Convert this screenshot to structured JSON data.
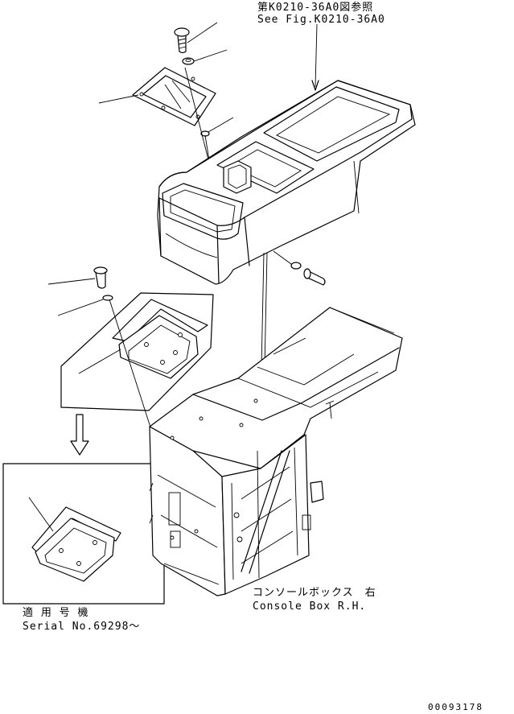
{
  "reference": {
    "jp": "第K0210-36A0図参照",
    "en": "See Fig.K0210-36A0"
  },
  "console_box": {
    "jp": "コンソールボックス　右",
    "en": "Console Box R.H."
  },
  "serial": {
    "jp": "適 用 号 機",
    "en": "Serial No.69298～"
  },
  "drawing_number": "00093178"
}
